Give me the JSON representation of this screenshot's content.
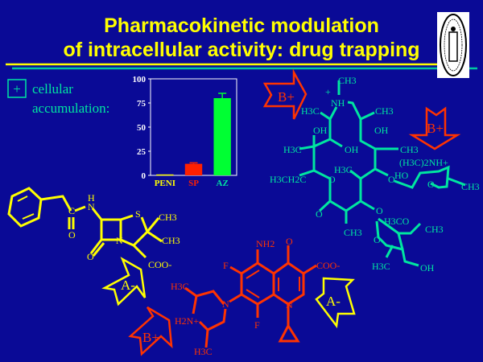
{
  "slide": {
    "title_line1": "Pharmacokinetic modulation",
    "title_line2": "of intracellular activity: drug trapping",
    "plus_symbol": "+",
    "caption_line1": "cellular",
    "caption_line2": "accumulation:",
    "logo": "university seal"
  },
  "colors": {
    "background": "#0a0a96",
    "title": "#ffff00",
    "penicillin": "#ffff00",
    "sparfloxacin": "#ff3300",
    "azithromycin": "#00e6a0"
  },
  "chart_data": {
    "type": "bar",
    "title": "",
    "xlabel": "",
    "ylabel": "",
    "categories": [
      "PENI",
      "SP",
      "AZ"
    ],
    "values": [
      1,
      12,
      80
    ],
    "errors": [
      0,
      1,
      5
    ],
    "colors": [
      "#ffff00",
      "#ff2000",
      "#00ff33"
    ],
    "label_colors": [
      "#ffff00",
      "#ff2000",
      "#00e6a0"
    ],
    "ylim": [
      0,
      100
    ],
    "yticks": [
      "0",
      "25",
      "50",
      "75",
      "100"
    ]
  },
  "penicillin": {
    "labels": {
      "h": "H",
      "n1": "N",
      "c": "C",
      "o1": "O",
      "s": "S",
      "ch3a": "CH3",
      "ch3b": "CH3",
      "n2": "N",
      "o2": "O",
      "coo": "COO-"
    }
  },
  "quinolone": {
    "labels": {
      "nh2": "NH2",
      "o": "O",
      "coo": "COO-",
      "f1": "F",
      "f2": "F",
      "n1": "N",
      "n2": "N",
      "h3c1": "H3C",
      "h2n": "H2N+",
      "h3c2": "H3C"
    }
  },
  "azithromycin": {
    "labels": {
      "ch3_top": "CH3",
      "plus": "+",
      "nh": "NH",
      "h3c_a": "H3C",
      "ch3_a": "CH3",
      "oh1": "OH",
      "oh2": "OH",
      "oh3": "OH",
      "h3c_b": "H3C",
      "ch3_b": "CH3",
      "dimethylamine": "(H3C)2NH+",
      "h3c_c": "H3C",
      "ho": "HO",
      "ethyl": "H3CH2C",
      "o1": "O",
      "o2": "O",
      "o3": "O",
      "ch3_c": "CH3",
      "o4": "O",
      "o5": "O",
      "h3co": "H3CO",
      "ch3_d": "CH3",
      "ch3_e": "CH3",
      "o6": "O",
      "h3c_d": "H3C",
      "oh4": "OH"
    }
  },
  "ions": {
    "a_minus_1": "A-",
    "a_minus_2": "A-",
    "b_plus_1": "B+",
    "b_plus_2": "B+",
    "b_plus_3": "B+"
  }
}
